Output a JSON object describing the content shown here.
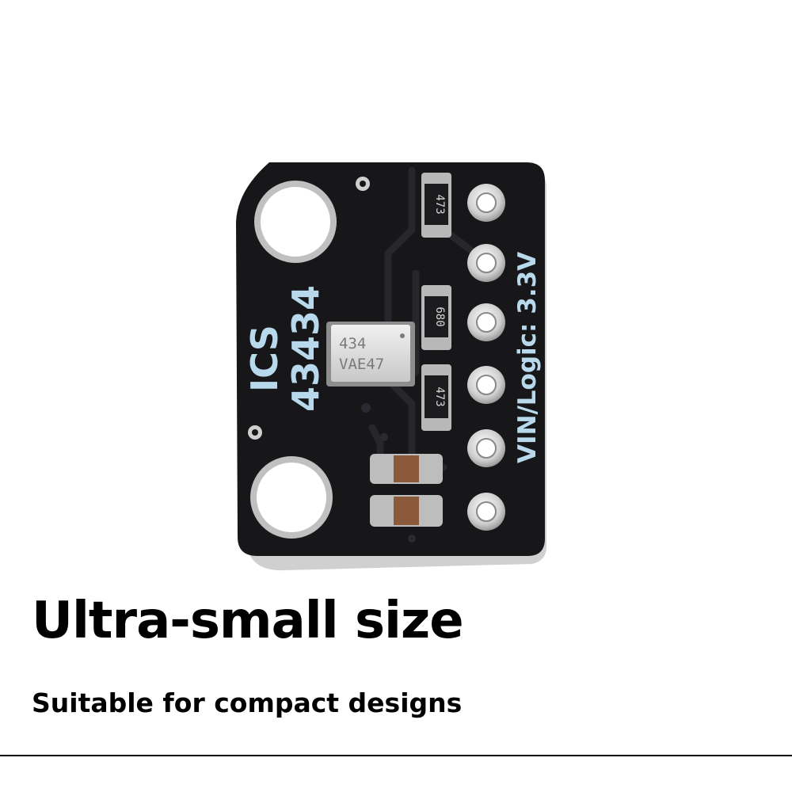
{
  "product": {
    "headline": "Ultra-small size",
    "subline": "Suitable for compact designs"
  },
  "board": {
    "silkscreen_ics": "ICS",
    "silkscreen_part": "43434",
    "silkscreen_voltage": "VIN/Logic: 3.3V",
    "chip_line1": "434",
    "chip_line2": "VAE47",
    "resistor_top": "473",
    "resistor_mid": "680",
    "resistor_bottom": "473",
    "colors": {
      "pcb": "#17171a",
      "silkscreen": "#b8d9ec",
      "pad": "#d9d9d9"
    }
  }
}
